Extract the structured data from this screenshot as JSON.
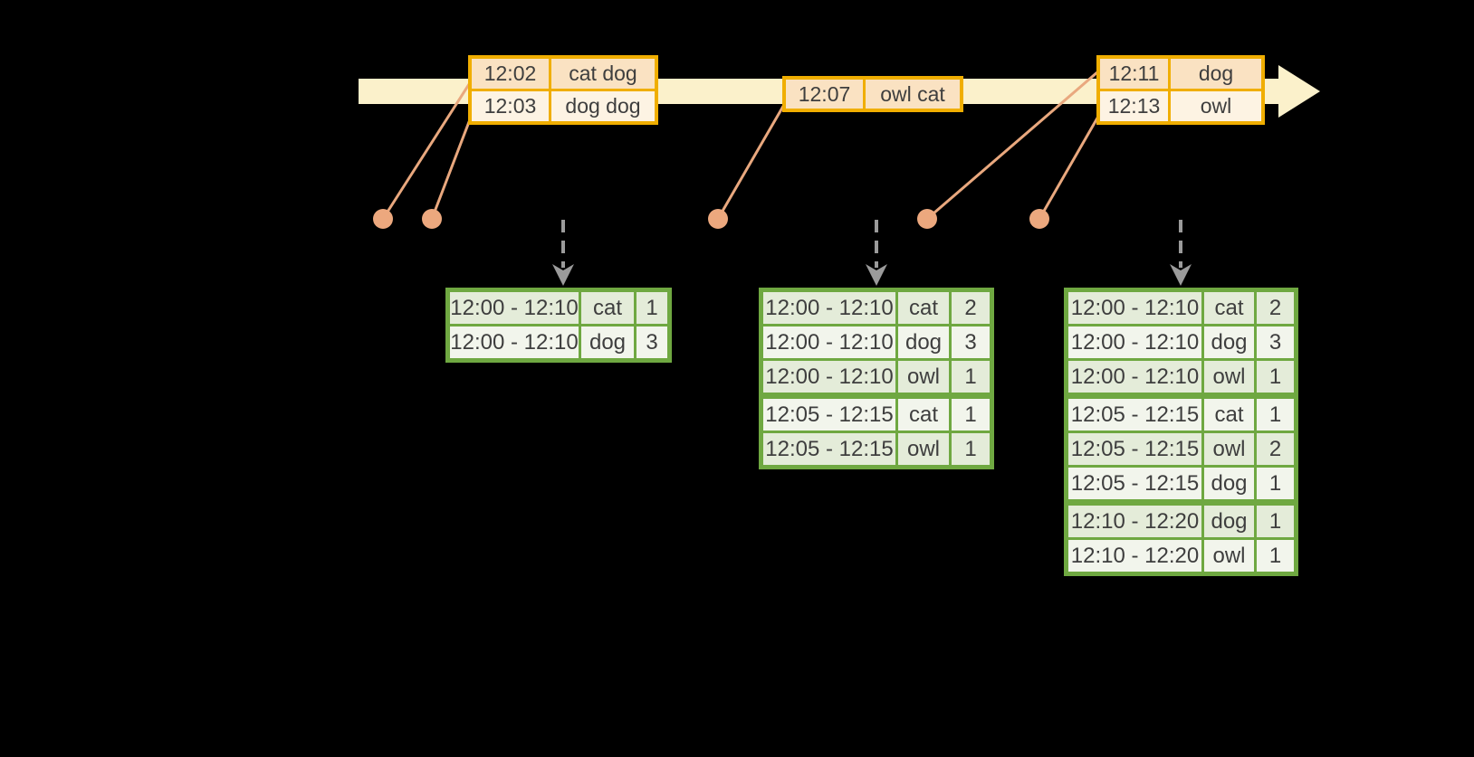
{
  "colors": {
    "background": "#000000",
    "timeline_band": "#fbf1cb",
    "event_table_border": "#f0ae00",
    "event_row_dark": "#fae2c2",
    "event_row_light": "#fdf3e3",
    "event_marker": "#eca87e",
    "result_table_border": "#6fa841",
    "result_row_dark": "#e4ecd9",
    "result_row_light": "#f2f5ec",
    "update_arrow": "#9b9b9b",
    "text": "#3e3e3e"
  },
  "event_tables": [
    {
      "rows": [
        {
          "time": "12:02",
          "words": "cat dog"
        },
        {
          "time": "12:03",
          "words": "dog dog"
        }
      ]
    },
    {
      "rows": [
        {
          "time": "12:07",
          "words": "owl cat"
        }
      ]
    },
    {
      "rows": [
        {
          "time": "12:11",
          "words": "dog"
        },
        {
          "time": "12:13",
          "words": "owl"
        }
      ]
    }
  ],
  "result_tables": [
    {
      "rows": [
        {
          "window": "12:00 - 12:10",
          "word": "cat",
          "count": "1"
        },
        {
          "window": "12:00 - 12:10",
          "word": "dog",
          "count": "3"
        }
      ]
    },
    {
      "rows": [
        {
          "window": "12:00 - 12:10",
          "word": "cat",
          "count": "2"
        },
        {
          "window": "12:00 - 12:10",
          "word": "dog",
          "count": "3"
        },
        {
          "window": "12:00 - 12:10",
          "word": "owl",
          "count": "1"
        },
        {
          "window": "12:05 - 12:15",
          "word": "cat",
          "count": "1"
        },
        {
          "window": "12:05 - 12:15",
          "word": "owl",
          "count": "1"
        }
      ]
    },
    {
      "rows": [
        {
          "window": "12:00 - 12:10",
          "word": "cat",
          "count": "2"
        },
        {
          "window": "12:00 - 12:10",
          "word": "dog",
          "count": "3"
        },
        {
          "window": "12:00 - 12:10",
          "word": "owl",
          "count": "1"
        },
        {
          "window": "12:05 - 12:15",
          "word": "cat",
          "count": "1"
        },
        {
          "window": "12:05 - 12:15",
          "word": "owl",
          "count": "2"
        },
        {
          "window": "12:05 - 12:15",
          "word": "dog",
          "count": "1"
        },
        {
          "window": "12:10 - 12:20",
          "word": "dog",
          "count": "1"
        },
        {
          "window": "12:10 - 12:20",
          "word": "owl",
          "count": "1"
        }
      ]
    }
  ]
}
